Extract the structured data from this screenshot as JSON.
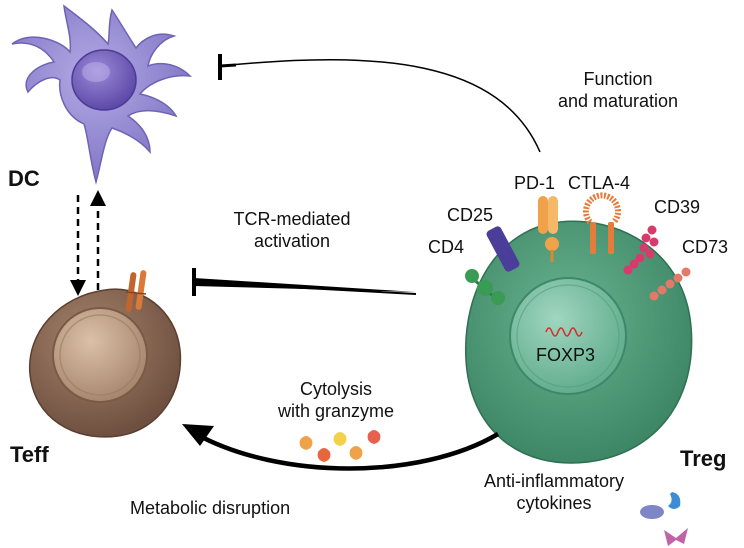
{
  "cells": {
    "dc": "DC",
    "teff": "Teff",
    "treg": "Treg"
  },
  "markers": {
    "cd4": "CD4",
    "cd25": "CD25",
    "pd1": "PD-1",
    "ctla4": "CTLA-4",
    "cd39": "CD39",
    "cd73": "CD73",
    "foxp3": "FOXP3"
  },
  "mechanisms": {
    "function_line1": "Function",
    "function_line2": "and maturation",
    "tcr_line1": "TCR-mediated",
    "tcr_line2": "activation",
    "cytolysis_line1": "Cytolysis",
    "cytolysis_line2": "with granzyme",
    "anti_line1": "Anti-inflammatory",
    "anti_line2": "cytokines",
    "metabolic": "Metabolic disruption"
  },
  "colors": {
    "dc_body": "#9a8fd4",
    "dc_nucleus": "#7b66c0",
    "teff_body": "#8b6a55",
    "teff_nucleus": "#b8977f",
    "treg_body": "#4e9a78",
    "treg_nucleus": "#7ec2a6",
    "cd4": "#3a9b55",
    "cd25": "#4a3e9a",
    "pd1": "#f0a24a",
    "ctla4": "#e57c3c",
    "cd39": "#d93a6e",
    "cd73": "#e27a6a",
    "foxp3_dna": "#d03030"
  }
}
